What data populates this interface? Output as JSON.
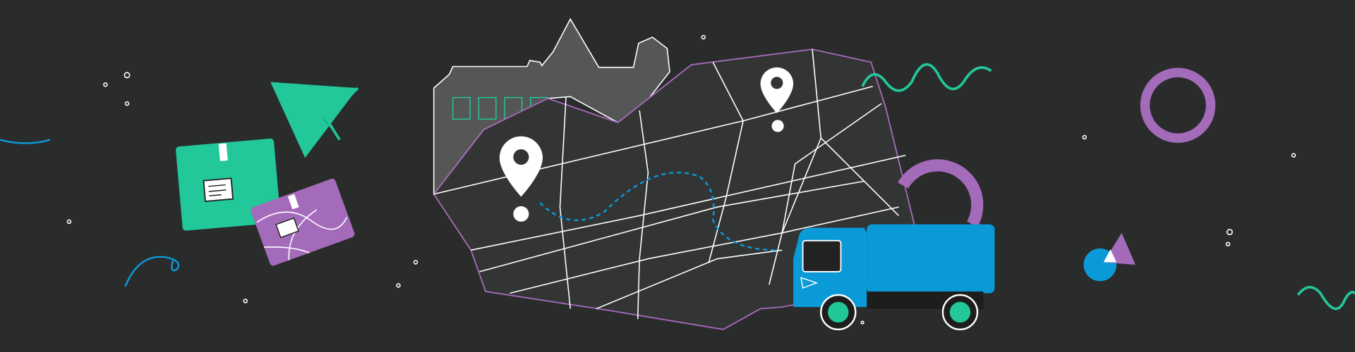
{
  "illustration": {
    "subject": "delivery-route-map",
    "colors": {
      "background": "#2a2b2b",
      "green": "#22c79a",
      "purple": "#a56bbb",
      "blue": "#0a9ad8",
      "white": "#ffffff",
      "building": "#555656",
      "map_border": "#a56bbb"
    },
    "icons": [
      "paper-plane-icon",
      "package-icon",
      "map-pin-icon",
      "delivery-truck-icon",
      "ring-shape",
      "triangle-shape",
      "circle-shape",
      "squiggle-line"
    ]
  }
}
